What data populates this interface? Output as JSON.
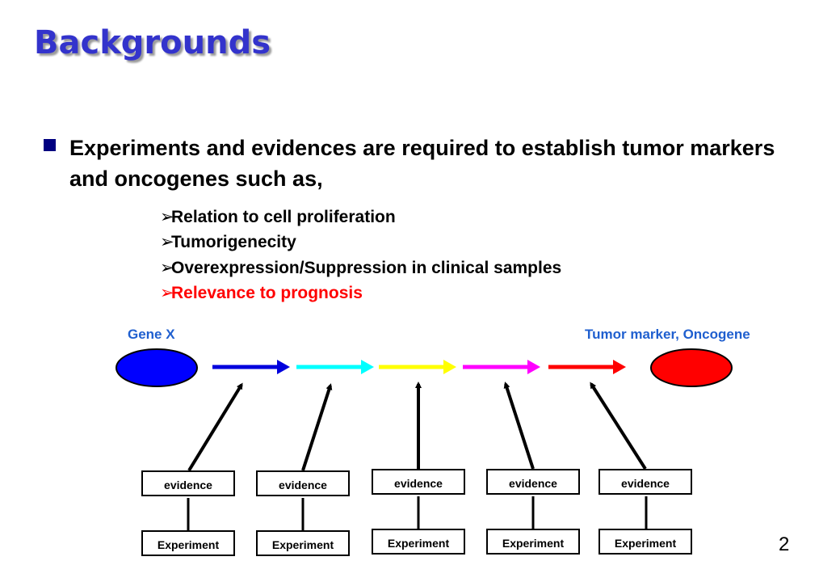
{
  "slide": {
    "title": "Backgrounds",
    "bullet": "Experiments and evidences are required to establish tumor markers and oncogenes such as,",
    "sub_items": [
      {
        "text": "Relation to cell proliferation",
        "color": "#000000"
      },
      {
        "text": "Tumorigenecity",
        "color": "#000000"
      },
      {
        "text": "Overexpression/Suppression in clinical samples",
        "color": "#000000"
      },
      {
        "text": "Relevance to prognosis",
        "color": "#ff0000"
      }
    ],
    "page_number": "2"
  },
  "diagram": {
    "start_label": "Gene X",
    "end_label": "Tumor marker, Oncogene",
    "start_color": "#0000ff",
    "end_color": "#ff0000",
    "arrow_colors": [
      "#0000dd",
      "#00ffff",
      "#ffff00",
      "#ff00ff",
      "#ff0000"
    ],
    "evidence_label": "evidence",
    "experiment_label": "Experiment",
    "evidence_count": 5
  }
}
